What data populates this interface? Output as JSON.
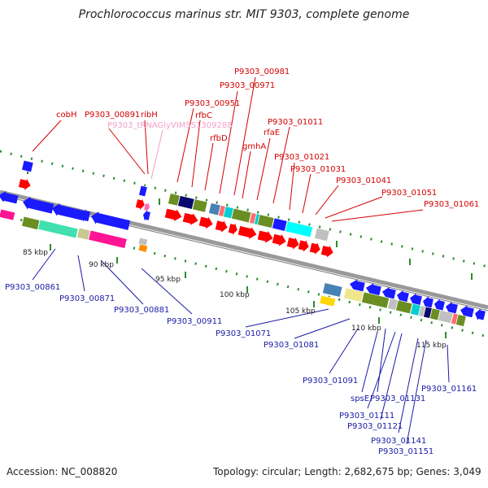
{
  "title": "Prochlorococcus marinus str. MIT 9303, complete genome",
  "footer": {
    "accession": "Accession: NC_008820",
    "summary": "Topology: circular; Length: 2,682,675 bp; Genes: 3,049"
  },
  "colors": {
    "backbone": "#8c8c8c",
    "tick": "#2e8b2e",
    "forward_label": "#d40000",
    "reverse_label": "#1a1aa6",
    "rna_label": "#f0a0c8",
    "cds": "#1a1aff",
    "rna": "#ff0000"
  },
  "kbp_marks": [
    "85 kbp",
    "90 kbp",
    "95 kbp",
    "100 kbp",
    "105 kbp",
    "110 kbp",
    "115 kbp"
  ],
  "forward_labels": [
    "cobH",
    "P9303_00891",
    "ribH",
    "P9303_tRNAGlyVIMSS1309288",
    "P9303_00951",
    "rfbC",
    "rfbD",
    "P9303_00971",
    "P9303_00981",
    "gmhA",
    "rfaE",
    "P9303_01011",
    "P9303_01021",
    "P9303_01031",
    "P9303_01041",
    "P9303_01051",
    "P9303_01061"
  ],
  "reverse_labels": [
    "P9303_00861",
    "P9303_00871",
    "P9303_00881",
    "P9303_00911",
    "P9303_01071",
    "P9303_01081",
    "P9303_01091",
    "spsE",
    "P9303_01131",
    "P9303_01111",
    "P9303_01121",
    "P9303_01141",
    "P9303_01151",
    "P9303_01161"
  ]
}
